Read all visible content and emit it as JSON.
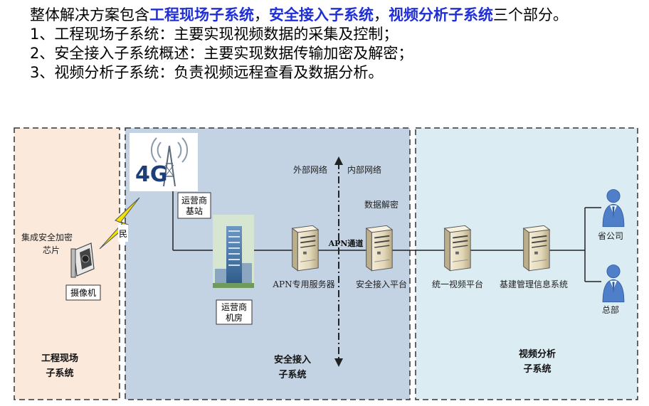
{
  "intro": {
    "prefix": "整体解决方案包含",
    "sub1": "工程现场子系统",
    "sep1": "，",
    "sub2": "安全接入子系统",
    "sep2": "，",
    "sub3": "视频分析子系统",
    "suffix": "三个部分。",
    "item1": "1、工程现场子系统：主要实现视频数据的采集及控制；",
    "item2": "2、安全接入子系统概述：主要实现数据传输加密及解密；",
    "item3": "3、视频分析子系统：负责视频远程查看及数据分析。"
  },
  "diagram": {
    "zone1": {
      "line1": "工程现场",
      "line2": "子系统"
    },
    "zone2": {
      "line1": "安全接入",
      "line2": "子系统"
    },
    "zone3": {
      "line1": "视频分析",
      "line2": "子系统"
    },
    "chip": {
      "line1": "集成安全加密",
      "line2": "芯片"
    },
    "camera": "摄像机",
    "badge_4g": "4G",
    "base_station": {
      "line1": "运营商",
      "line2": "基站"
    },
    "machine_room": {
      "line1": "运营商",
      "line2": "机房"
    },
    "outer_net": "外部网络",
    "inner_net": "内部网络",
    "decrypt": "数据解密",
    "apn_channel": "APN通道",
    "apn_server": "APN专用服务器",
    "access_platform": "安全接入平台",
    "video_platform": "统一视频平台",
    "mis": "基建管理信息系统",
    "province": "省公司",
    "hq": "总部",
    "clipped": "民"
  },
  "colors": {
    "zone1_fill": "#fbe9dc",
    "zone2_fill": "#c4d3e4",
    "zone3_fill": "#dcecf3",
    "highlight": "#1f2fd8",
    "user_icon": "#4f7fc8",
    "bolt": "#f2e200"
  }
}
